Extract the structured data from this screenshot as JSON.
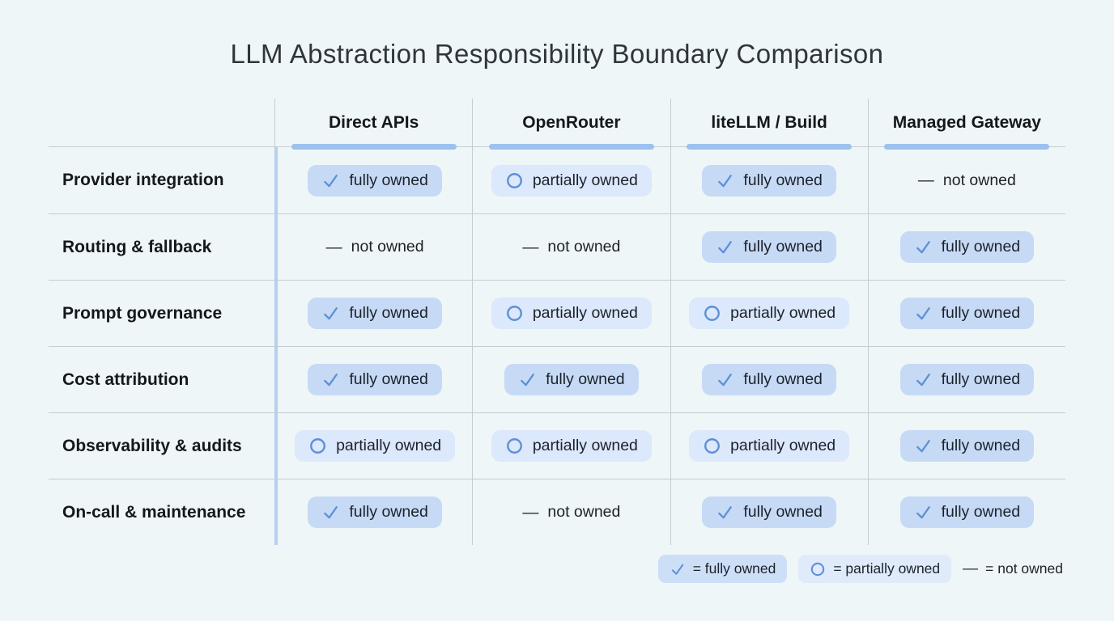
{
  "title": "LLM Abstraction Responsibility Boundary Comparison",
  "table": {
    "columns": [
      "Direct APIs",
      "OpenRouter",
      "liteLLM / Build",
      "Managed Gateway"
    ],
    "rows": [
      {
        "label": "Provider integration",
        "cells": [
          "fully",
          "partially",
          "fully",
          "not"
        ]
      },
      {
        "label": "Routing & fallback",
        "cells": [
          "not",
          "not",
          "fully",
          "fully"
        ]
      },
      {
        "label": "Prompt governance",
        "cells": [
          "fully",
          "partially",
          "partially",
          "fully"
        ]
      },
      {
        "label": "Cost attribution",
        "cells": [
          "fully",
          "fully",
          "fully",
          "fully"
        ]
      },
      {
        "label": "Observability & audits",
        "cells": [
          "partially",
          "partially",
          "partially",
          "fully"
        ]
      },
      {
        "label": "On-call & maintenance",
        "cells": [
          "fully",
          "not",
          "fully",
          "fully"
        ]
      }
    ]
  },
  "statuses": {
    "fully": {
      "label": "fully owned",
      "icon": "check-icon"
    },
    "partially": {
      "label": "partially owned",
      "icon": "circle-icon"
    },
    "not": {
      "label": "not owned",
      "icon": "dash-icon"
    }
  },
  "legend": [
    {
      "status": "fully",
      "label": "= fully owned"
    },
    {
      "status": "partially",
      "label": "= partially owned"
    },
    {
      "status": "not",
      "label": "= not owned"
    }
  ],
  "icons": {
    "dash-icon": "—"
  },
  "colors": {
    "background": "#eef6f7",
    "badge_fully_bg": "#c6daf6",
    "badge_partially_bg": "#dce8fb",
    "legend_fully_bg": "#cddef7",
    "legend_partially_bg": "#dfeafb",
    "icon_blue": "#5d90d6",
    "header_underline": "#9dc1ee",
    "divider_gray": "#c6ccd4",
    "divider_blue": "#b7d0ed",
    "title_text": "#2f353c",
    "dark_text": "#14181d",
    "badge_text": "#1d2229"
  }
}
